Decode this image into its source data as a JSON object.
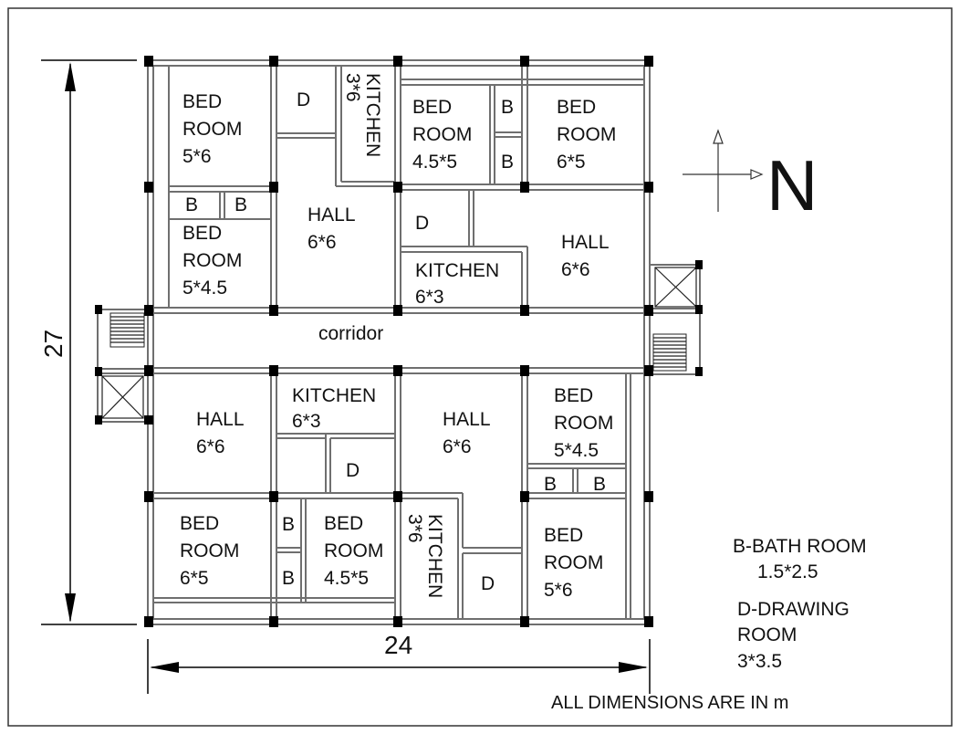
{
  "rooms": [
    {
      "id": "bed-nw-a",
      "l1": "BED",
      "l2": "ROOM",
      "l3": "5*6"
    },
    {
      "id": "bed-nw-b",
      "l1": "BED",
      "l2": "ROOM",
      "l3": "5*4.5"
    },
    {
      "id": "bed-n-mid",
      "l1": "BED",
      "l2": "ROOM",
      "l3": "4.5*5"
    },
    {
      "id": "bed-ne",
      "l1": "BED",
      "l2": "ROOM",
      "l3": "6*5"
    },
    {
      "id": "bed-se-a",
      "l1": "BED",
      "l2": "ROOM",
      "l3": "5*4.5"
    },
    {
      "id": "bed-sw",
      "l1": "BED",
      "l2": "ROOM",
      "l3": "6*5"
    },
    {
      "id": "bed-s-mid",
      "l1": "BED",
      "l2": "ROOM",
      "l3": "4.5*5"
    },
    {
      "id": "bed-se-b",
      "l1": "BED",
      "l2": "ROOM",
      "l3": "5*6"
    }
  ],
  "halls": [
    {
      "id": "hall-nw",
      "l1": "HALL",
      "l2": "6*6"
    },
    {
      "id": "hall-ne",
      "l1": "HALL",
      "l2": "6*6"
    },
    {
      "id": "hall-sw",
      "l1": "HALL",
      "l2": "6*6"
    },
    {
      "id": "hall-se",
      "l1": "HALL",
      "l2": "6*6"
    }
  ],
  "kitchens": [
    {
      "id": "kitchen-nw",
      "l1": "KITCHEN",
      "l2": "3*6"
    },
    {
      "id": "kitchen-ne",
      "l1": "KITCHEN",
      "l2": "6*3"
    },
    {
      "id": "kitchen-sw",
      "l1": "KITCHEN",
      "l2": "6*3"
    },
    {
      "id": "kitchen-se",
      "l1": "KITCHEN",
      "l2": "3*6"
    }
  ],
  "bath_label": "B",
  "drawing_label": "D",
  "corridor_label": "corridor",
  "dimensions": {
    "height": "27",
    "width": "24"
  },
  "north_label": "N",
  "legend": {
    "bath_title": "B-BATH ROOM",
    "bath_size": "1.5*2.5",
    "drawing_title_1": "D-DRAWING",
    "drawing_title_2": "ROOM",
    "drawing_size": "3*3.5"
  },
  "note": "ALL DIMENSIONS ARE IN m"
}
